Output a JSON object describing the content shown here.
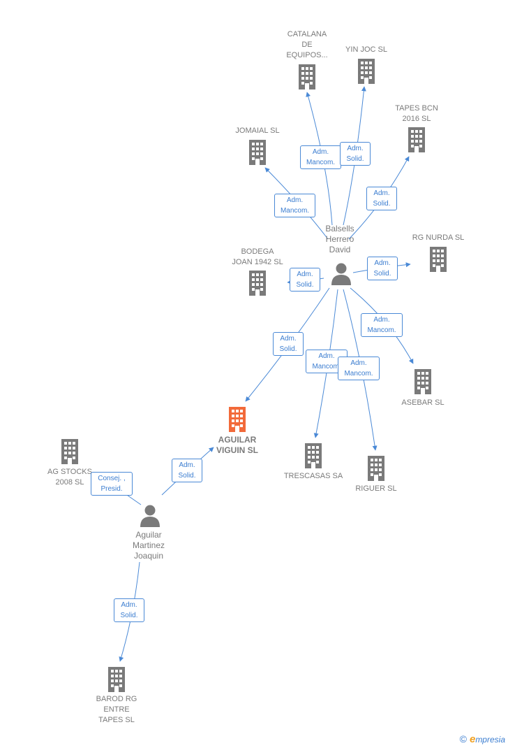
{
  "colors": {
    "edge": "#4a89d6",
    "node": "#7a7a7a",
    "main": "#f26a3a"
  },
  "people": {
    "balsells": {
      "label": "Balsells\nHerrero\nDavid"
    },
    "aguilar": {
      "label": "Aguilar\nMartinez\nJoaquin"
    }
  },
  "companies": {
    "catalana": {
      "label": "CATALANA\nDE\nEQUIPOS..."
    },
    "yinjoc": {
      "label": "YIN JOC  SL"
    },
    "tapes": {
      "label": "TAPES BCN\n2016  SL"
    },
    "jomaial": {
      "label": "JOMAIAL  SL"
    },
    "rgnurda": {
      "label": "RG NURDA  SL"
    },
    "bodega": {
      "label": "BODEGA\nJOAN 1942  SL"
    },
    "asebar": {
      "label": "ASEBAR SL"
    },
    "aguilar_viguin": {
      "label": "AGUILAR\nVIGUIN  SL"
    },
    "trescasas": {
      "label": "TRESCASAS SA"
    },
    "riguer": {
      "label": "RIGUER SL"
    },
    "agstocks": {
      "label": "AG STOCKS\n2008 SL"
    },
    "barod": {
      "label": "BAROD RG\nENTRE\nTAPES  SL"
    }
  },
  "relations": {
    "r1": "Adm.\nMancom.",
    "r2": "Adm.\nSolid.",
    "r3": "Adm.\nSolid.",
    "r4": "Adm.\nMancom.",
    "r5": "Adm.\nSolid.",
    "r6": "Adm.\nSolid.",
    "r7": "Adm.\nMancom.",
    "r8": "Adm.\nSolid.",
    "r9": "Adm.\nMancom.",
    "r10": "Adm.\nMancom.",
    "r11": "Adm.\nSolid.",
    "r12": "Consej. ,\nPresid.",
    "r13": "Adm.\nSolid."
  },
  "footer": {
    "copyright": "©",
    "brand_e": "e",
    "brand_rest": "mpresia"
  }
}
